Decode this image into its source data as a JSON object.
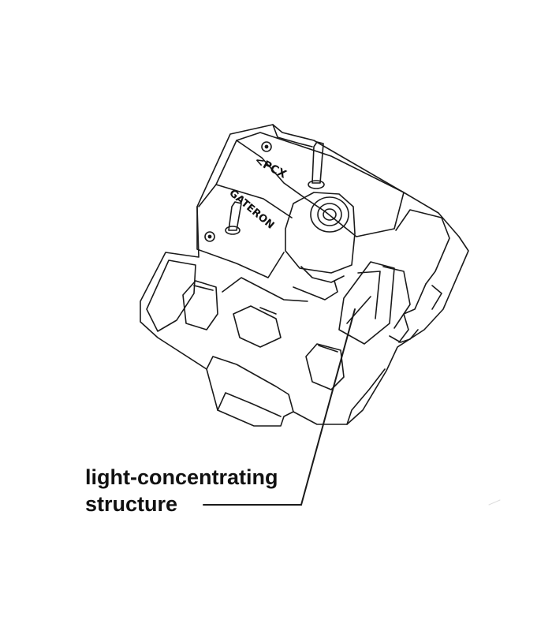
{
  "diagram": {
    "callout": {
      "line1": "light-concentrating",
      "line2": "structure"
    },
    "stamps": {
      "brand": "GATERON",
      "marking": "<PCX"
    },
    "colors": {
      "stroke": "#1a1a1a",
      "background": "#ffffff",
      "text": "#111111"
    }
  }
}
